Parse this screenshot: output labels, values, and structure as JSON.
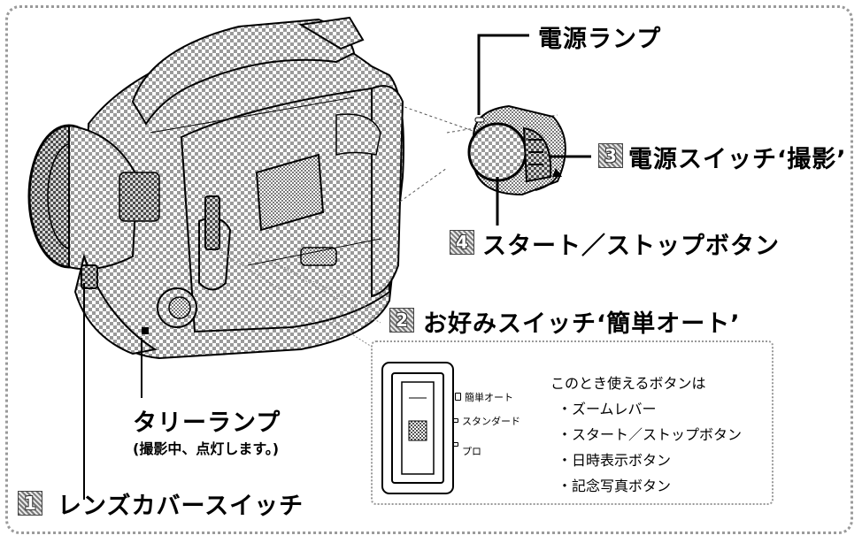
{
  "labels": {
    "power_lamp": "電源ランプ",
    "power_switch": "電源スイッチ‘撮影’",
    "start_stop": "スタート／ストップボタン",
    "preference_switch": "お好みスイッチ‘簡単オート’",
    "tally_lamp": "タリーランプ",
    "tally_lamp_note": "(撮影中、点灯します。)",
    "lens_cover_switch": "レンズカバースイッチ"
  },
  "steps": {
    "step1": "1",
    "step2": "2",
    "step3": "3",
    "step4": "4"
  },
  "switch_positions": [
    "簡単オート",
    "スタンダード",
    "プロ"
  ],
  "buttons_intro": "このとき使えるボタンは",
  "available_buttons": [
    "・ズームレバー",
    "・スタート／ストップボタン",
    "・日時表示ボタン",
    "・記念写真ボタン"
  ],
  "colors": {
    "pattern_dark": "#8a8a8a",
    "pattern_light": "#ffffff",
    "number_badge": "#777777"
  }
}
